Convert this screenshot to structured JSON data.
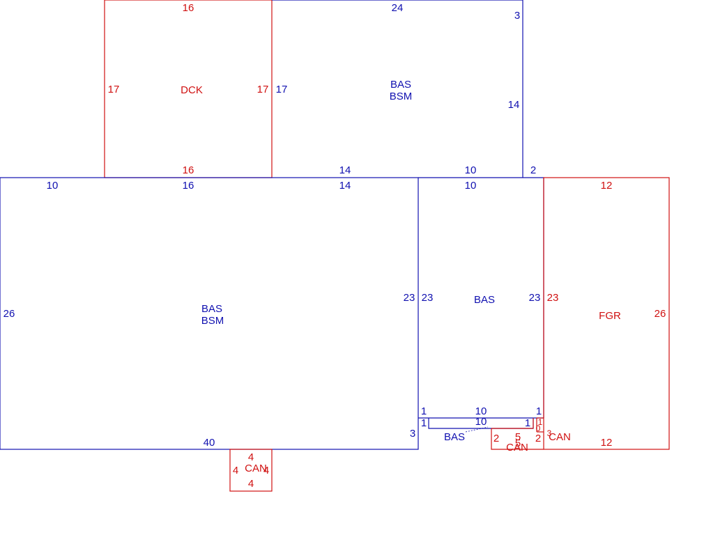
{
  "colors": {
    "blue": "#1010b0",
    "red": "#d01010"
  },
  "deck": {
    "label": "DCK",
    "top": "16",
    "bottom": "16",
    "left": "17",
    "right": "17"
  },
  "upper_bas": {
    "label1": "BAS",
    "label2": "BSM",
    "top": "24",
    "left": "17",
    "right_top": "3",
    "right": "14",
    "bottom_a": "14",
    "bottom_b": "10",
    "bottom_corner": "2"
  },
  "main_bas": {
    "label1": "BAS",
    "label2": "BSM",
    "top_a": "10",
    "top_b": "16",
    "top_c": "14",
    "left": "26",
    "right": "23",
    "bottom": "40",
    "bottom_right": "3"
  },
  "middle_bas": {
    "label": "BAS",
    "top": "10",
    "left": "23",
    "right": "23",
    "strip_left_top": "1",
    "strip_top": "10",
    "strip_right_top": "1",
    "strip_left_bottom": "1",
    "strip_bottom": "10",
    "strip_right_bottom": "1"
  },
  "small_bas": {
    "label": "BAS"
  },
  "garage": {
    "label": "FGR",
    "top": "12",
    "left": "23",
    "right": "26",
    "bottom": "12"
  },
  "canopy_bottom": {
    "label": "CAN",
    "top": "4",
    "left": "4",
    "right": "4",
    "bottom": "4"
  },
  "canopy_right": {
    "label": "CAN",
    "left": "2",
    "middle": "5",
    "middle2": "5",
    "right_a": "2",
    "right_b": "1",
    "right_c": "0",
    "right_d": "2"
  },
  "canopy_small": {
    "label": "CAN",
    "side": "3"
  }
}
